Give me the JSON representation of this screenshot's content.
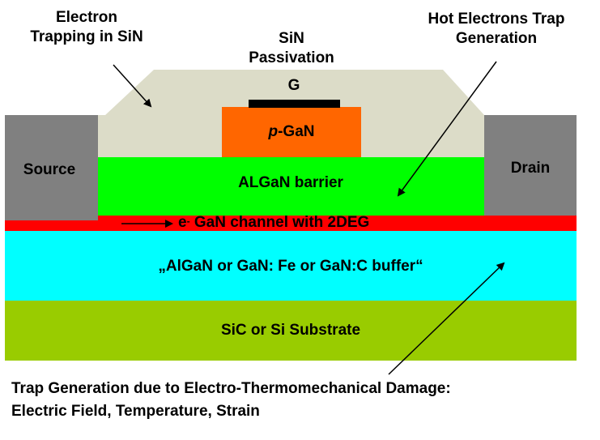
{
  "annotations": {
    "electron_trapping_line1": "Electron",
    "electron_trapping_line2": "Trapping in SiN",
    "sin_passivation_line1": "SiN",
    "sin_passivation_line2": "Passivation",
    "hot_electrons_line1": "Hot Electrons Trap",
    "hot_electrons_line2": "Generation",
    "bottom_line1": "Trap Generation due to Electro-Thermomechanical Damage:",
    "bottom_line2": "Electric Field, Temperature, Strain"
  },
  "device": {
    "gate_label": "G",
    "pgan_italic": "p",
    "pgan_rest": "-GaN",
    "source_label": "Source",
    "drain_label": "Drain",
    "barrier_label": "ALGaN barrier",
    "channel_electron": "e",
    "channel_sup": "-",
    "channel_label": " GaN channel with 2DEG",
    "buffer_label": "„AlGaN or GaN: Fe or GaN:C buffer“",
    "substrate_label": "SiC or Si Substrate"
  },
  "colors": {
    "sin": "#dcdcc8",
    "gate": "#000000",
    "pgan": "#ff6600",
    "barrier": "#00ff00",
    "channel": "#ff0000",
    "buffer": "#00ffff",
    "substrate": "#99cc00",
    "contact": "#808080"
  }
}
